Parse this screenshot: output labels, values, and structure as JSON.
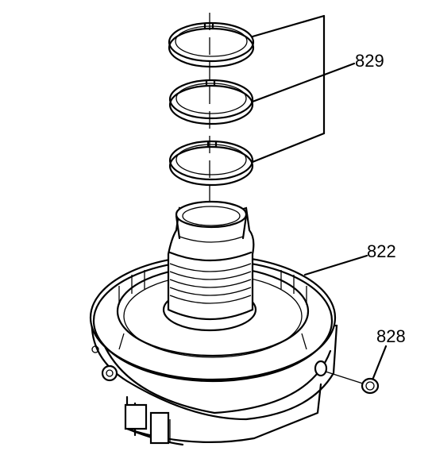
{
  "callouts": {
    "oil_seal_rings": "829",
    "housing": "822",
    "plug": "828"
  },
  "colors": {
    "ink": "#000000",
    "paper": "#ffffff"
  }
}
